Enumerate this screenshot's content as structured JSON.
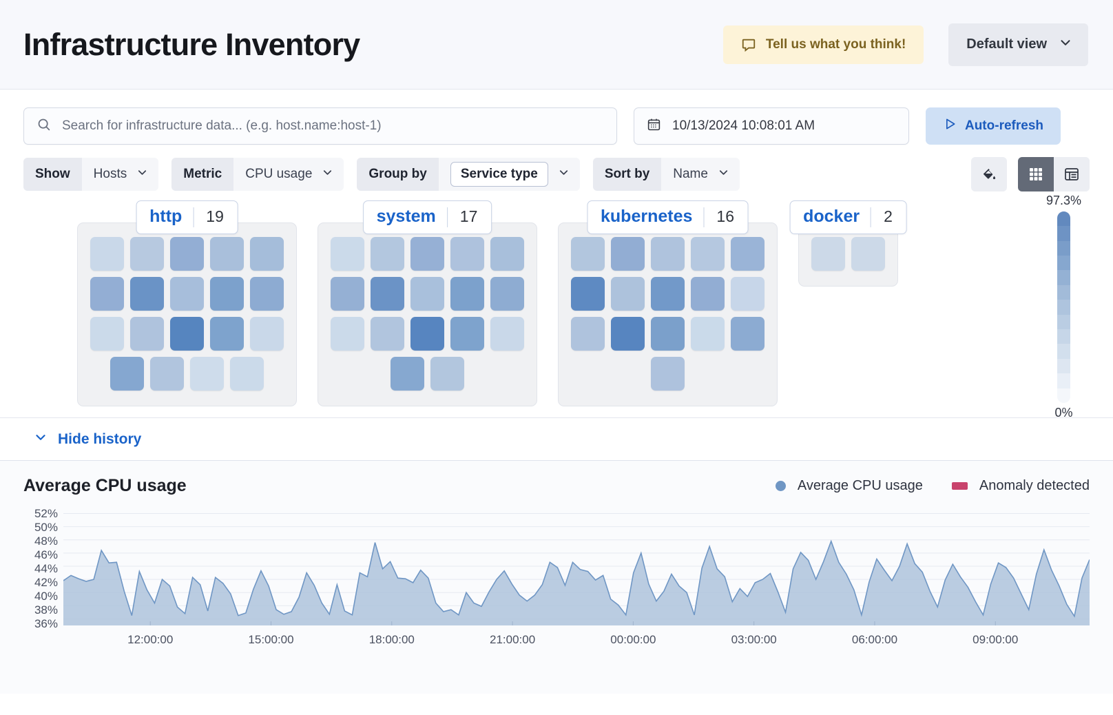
{
  "header": {
    "title": "Infrastructure Inventory",
    "feedback_label": "Tell us what you think!",
    "feedback_icon": "comment-icon",
    "view_label": "Default view",
    "view_chevron_icon": "chevron-down-icon"
  },
  "search": {
    "placeholder": "Search for infrastructure data... (e.g. host.name:host-1)",
    "value": "",
    "icon": "search-icon"
  },
  "datepicker": {
    "value": "10/13/2024 10:08:01 AM",
    "icon": "calendar-icon"
  },
  "refresh": {
    "label": "Auto-refresh",
    "icon": "play-icon"
  },
  "filters": [
    {
      "label": "Show",
      "value": "Hosts",
      "boxed": false,
      "icon": "chevron-down-icon"
    },
    {
      "label": "Metric",
      "value": "CPU usage",
      "boxed": false,
      "icon": "chevron-down-icon"
    },
    {
      "label": "Group by",
      "value": "Service type",
      "boxed": true,
      "icon": "chevron-down-icon"
    },
    {
      "label": "Sort by",
      "value": "Name",
      "boxed": false,
      "icon": "chevron-down-icon"
    }
  ],
  "view_tools": {
    "palette_icon": "paint-bucket-icon",
    "grid_icon": "grid-view-icon",
    "table_icon": "table-view-icon",
    "active_view": "grid"
  },
  "legend_scale": {
    "max": "97.3%",
    "min": "0%",
    "colors": [
      "#f4f7fb",
      "#e9eff7",
      "#dde6f1",
      "#d2dfed",
      "#c6d6e8",
      "#bacde3",
      "#aec4de",
      "#a2bbd9",
      "#94b1d4",
      "#86a7cf",
      "#7a9dc9",
      "#6e93c4",
      "#6289be"
    ]
  },
  "history_toggle": {
    "label": "Hide history",
    "icon": "chevron-down-icon"
  },
  "groups": [
    {
      "name": "http",
      "count": "19",
      "rows": [
        [
          "#c9d8e9",
          "#b7c9e0",
          "#93aed4",
          "#a9bfdb",
          "#a5bdda"
        ],
        [
          "#93aed4",
          "#6a93c6",
          "#a7bedb",
          "#7ca1cc",
          "#8dabd2"
        ],
        [
          "#cbdaea",
          "#afc3dd",
          "#5685bf",
          "#7ea3cd",
          "#c9d8e9"
        ],
        [
          "#85a7d0",
          "#b1c5de",
          "#cedceb",
          "#cbdaea"
        ]
      ]
    },
    {
      "name": "system",
      "count": "17",
      "rows": [
        [
          "#cbdaea",
          "#b3c7df",
          "#96b0d5",
          "#aec2dd",
          "#a8bfdb"
        ],
        [
          "#95b0d4",
          "#6b93c6",
          "#a9c0dc",
          "#7ca1cc",
          "#8eacd2"
        ],
        [
          "#cbdaea",
          "#b1c5de",
          "#5785c0",
          "#7ea3cd",
          "#c9d8e9"
        ],
        [
          "#86a8d0",
          "#b2c6de"
        ]
      ]
    },
    {
      "name": "kubernetes",
      "count": "16",
      "rows": [
        [
          "#b2c6de",
          "#92add3",
          "#afc3dd",
          "#b5c8e0",
          "#9ab4d7"
        ],
        [
          "#5e8ac2",
          "#adc2dc",
          "#7299c9",
          "#92add3",
          "#c7d6e9"
        ],
        [
          "#afc3dd",
          "#5785c0",
          "#7ba0cb",
          "#cadaea",
          "#8cabd2"
        ],
        [
          "#aec2dd"
        ]
      ]
    },
    {
      "name": "docker",
      "count": "2",
      "rows": [
        [
          "#ccd9e8",
          "#ccd9e8"
        ]
      ]
    }
  ],
  "chart_data": {
    "type": "area",
    "title": "Average CPU usage",
    "xlabel": "",
    "ylabel": "",
    "grid": true,
    "legend_position": "top-right",
    "legend": [
      {
        "name": "Average CPU usage",
        "marker": "dot",
        "color": "#6f96c4"
      },
      {
        "name": "Anomaly detected",
        "marker": "rect",
        "color": "#c8436c"
      }
    ],
    "ylim": [
      35,
      53
    ],
    "yticks": [
      "52%",
      "50%",
      "48%",
      "46%",
      "44%",
      "42%",
      "40%",
      "38%",
      "36%"
    ],
    "xticks": [
      "12:00:00",
      "15:00:00",
      "18:00:00",
      "21:00:00",
      "00:00:00",
      "03:00:00",
      "06:00:00",
      "09:00:00"
    ],
    "series": [
      {
        "name": "Average CPU usage",
        "color": "#6f96c4",
        "fill": "#aec3dc",
        "values": [
          41.8,
          42.6,
          42.1,
          41.7,
          42.0,
          46.4,
          44.5,
          44.6,
          40.2,
          36.5,
          43.2,
          40.4,
          38.4,
          42.0,
          41.0,
          37.8,
          36.8,
          42.3,
          41.2,
          37.2,
          42.3,
          41.4,
          39.8,
          36.5,
          36.9,
          40.5,
          43.3,
          41.0,
          37.4,
          36.7,
          37.1,
          39.3,
          43.0,
          41.1,
          38.4,
          36.7,
          41.2,
          37.2,
          36.6,
          43.0,
          42.4,
          47.6,
          43.6,
          44.7,
          42.2,
          42.1,
          41.5,
          43.4,
          42.2,
          38.4,
          37.1,
          37.4,
          36.6,
          40.0,
          38.4,
          37.9,
          40.1,
          42.0,
          43.3,
          41.3,
          39.6,
          38.7,
          39.6,
          41.2,
          44.6,
          43.8,
          41.1,
          44.6,
          43.5,
          43.2,
          41.9,
          42.6,
          39.0,
          38.1,
          36.6,
          43.0,
          46.0,
          41.3,
          38.7,
          40.2,
          42.8,
          41.0,
          40.0,
          36.6,
          43.7,
          47.0,
          43.6,
          42.4,
          38.6,
          40.6,
          39.4,
          41.5,
          42.0,
          42.9,
          40.1,
          37.0,
          43.6,
          46.1,
          44.9,
          42.0,
          44.7,
          47.8,
          44.6,
          42.8,
          40.4,
          36.6,
          41.6,
          45.1,
          43.4,
          41.8,
          44.0,
          47.4,
          44.4,
          43.1,
          40.2,
          37.8,
          41.9,
          44.3,
          42.4,
          40.8,
          38.6,
          36.6,
          41.3,
          44.5,
          43.8,
          42.2,
          39.8,
          37.4,
          42.8,
          46.5,
          43.4,
          41.0,
          38.2,
          36.4,
          42.2,
          45.0
        ]
      }
    ]
  }
}
